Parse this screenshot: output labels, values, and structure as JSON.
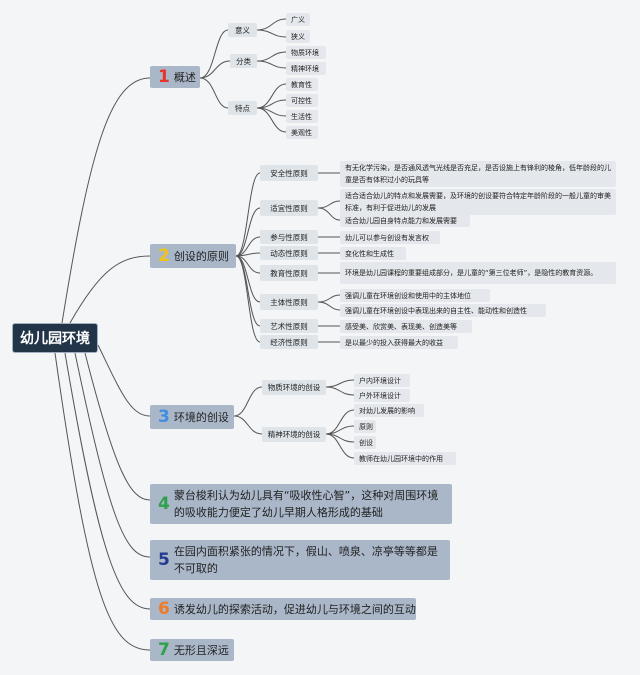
{
  "root": "幼儿园环境",
  "b1": {
    "num": "1",
    "label": "概述",
    "s1": "意义",
    "s1_items": [
      "广义",
      "狭义"
    ],
    "s2": "分类",
    "s2_items": [
      "物质环境",
      "精神环境"
    ],
    "s3": "特点",
    "s3_items": [
      "教育性",
      "可控性",
      "生活性",
      "美观性"
    ]
  },
  "b2": {
    "num": "2",
    "label": "创设的原则",
    "p1": "安全性原则",
    "p1_text": "有无化学污染，是否通风透气光线是否充足，是否设施上有锋利的棱角，低年龄段的儿童是否有体积过小的玩具等",
    "p2": "适宜性原则",
    "p2_text1": "适合适合幼儿的特点和发展需要，及环境的创设要符合特定年龄阶段的一般儿童的审美标准，有利于促进幼儿的发展",
    "p2_text2": "适合幼儿园自身特点能力和发展需要",
    "p3": "参与性原则",
    "p3_text": "幼儿可以参与创设有发言权",
    "p4": "动态性原则",
    "p4_text": "变化性和生成性",
    "p5": "教育性原则",
    "p5_text": "环境是幼儿园课程的重要组成部分，是儿童的“第三位老师”，是隐性的教育资源。",
    "p6": "主体性原则",
    "p6_text1": "强调儿童在环境创设和使用中的主体地位",
    "p6_text2": "强调儿童在环境创设中表现出来的自主性、能动性和创造性",
    "p7": "艺术性原则",
    "p7_text": "感受美、欣赏美、表现美、创造美等",
    "p8": "经济性原则",
    "p8_text": "是以最少的投入获得最大的收益"
  },
  "b3": {
    "num": "3",
    "label": "环境的创设",
    "s1": "物质环境的创设",
    "s1_items": [
      "户内环境设计",
      "户外环境设计"
    ],
    "s2": "精神环境的创设",
    "s2_items": [
      "对幼儿发展的影响",
      "原则",
      "创设",
      "教师在幼儿园环境中的作用"
    ]
  },
  "b4": {
    "num": "4",
    "label": "蒙台梭利认为幼儿具有“吸收性心智”，这种对周围环境的吸收能力便定了幼儿早期人格形成的基础"
  },
  "b5": {
    "num": "5",
    "label": "在园内面积紧张的情况下，假山、喷泉、凉亭等等都是不可取的"
  },
  "b6": {
    "num": "6",
    "label": "诱发幼儿的探索活动，促进幼儿与环境之间的互动"
  },
  "b7": {
    "num": "7",
    "label": "无形且深远"
  },
  "colors": {
    "n1": "#e8332a",
    "n2": "#f2c315",
    "n3": "#3f8fe0",
    "n4": "#2ea24a",
    "n5": "#243a8f",
    "n6": "#f07a25",
    "n7": "#2ea24a",
    "line": "#4d4d4d"
  }
}
